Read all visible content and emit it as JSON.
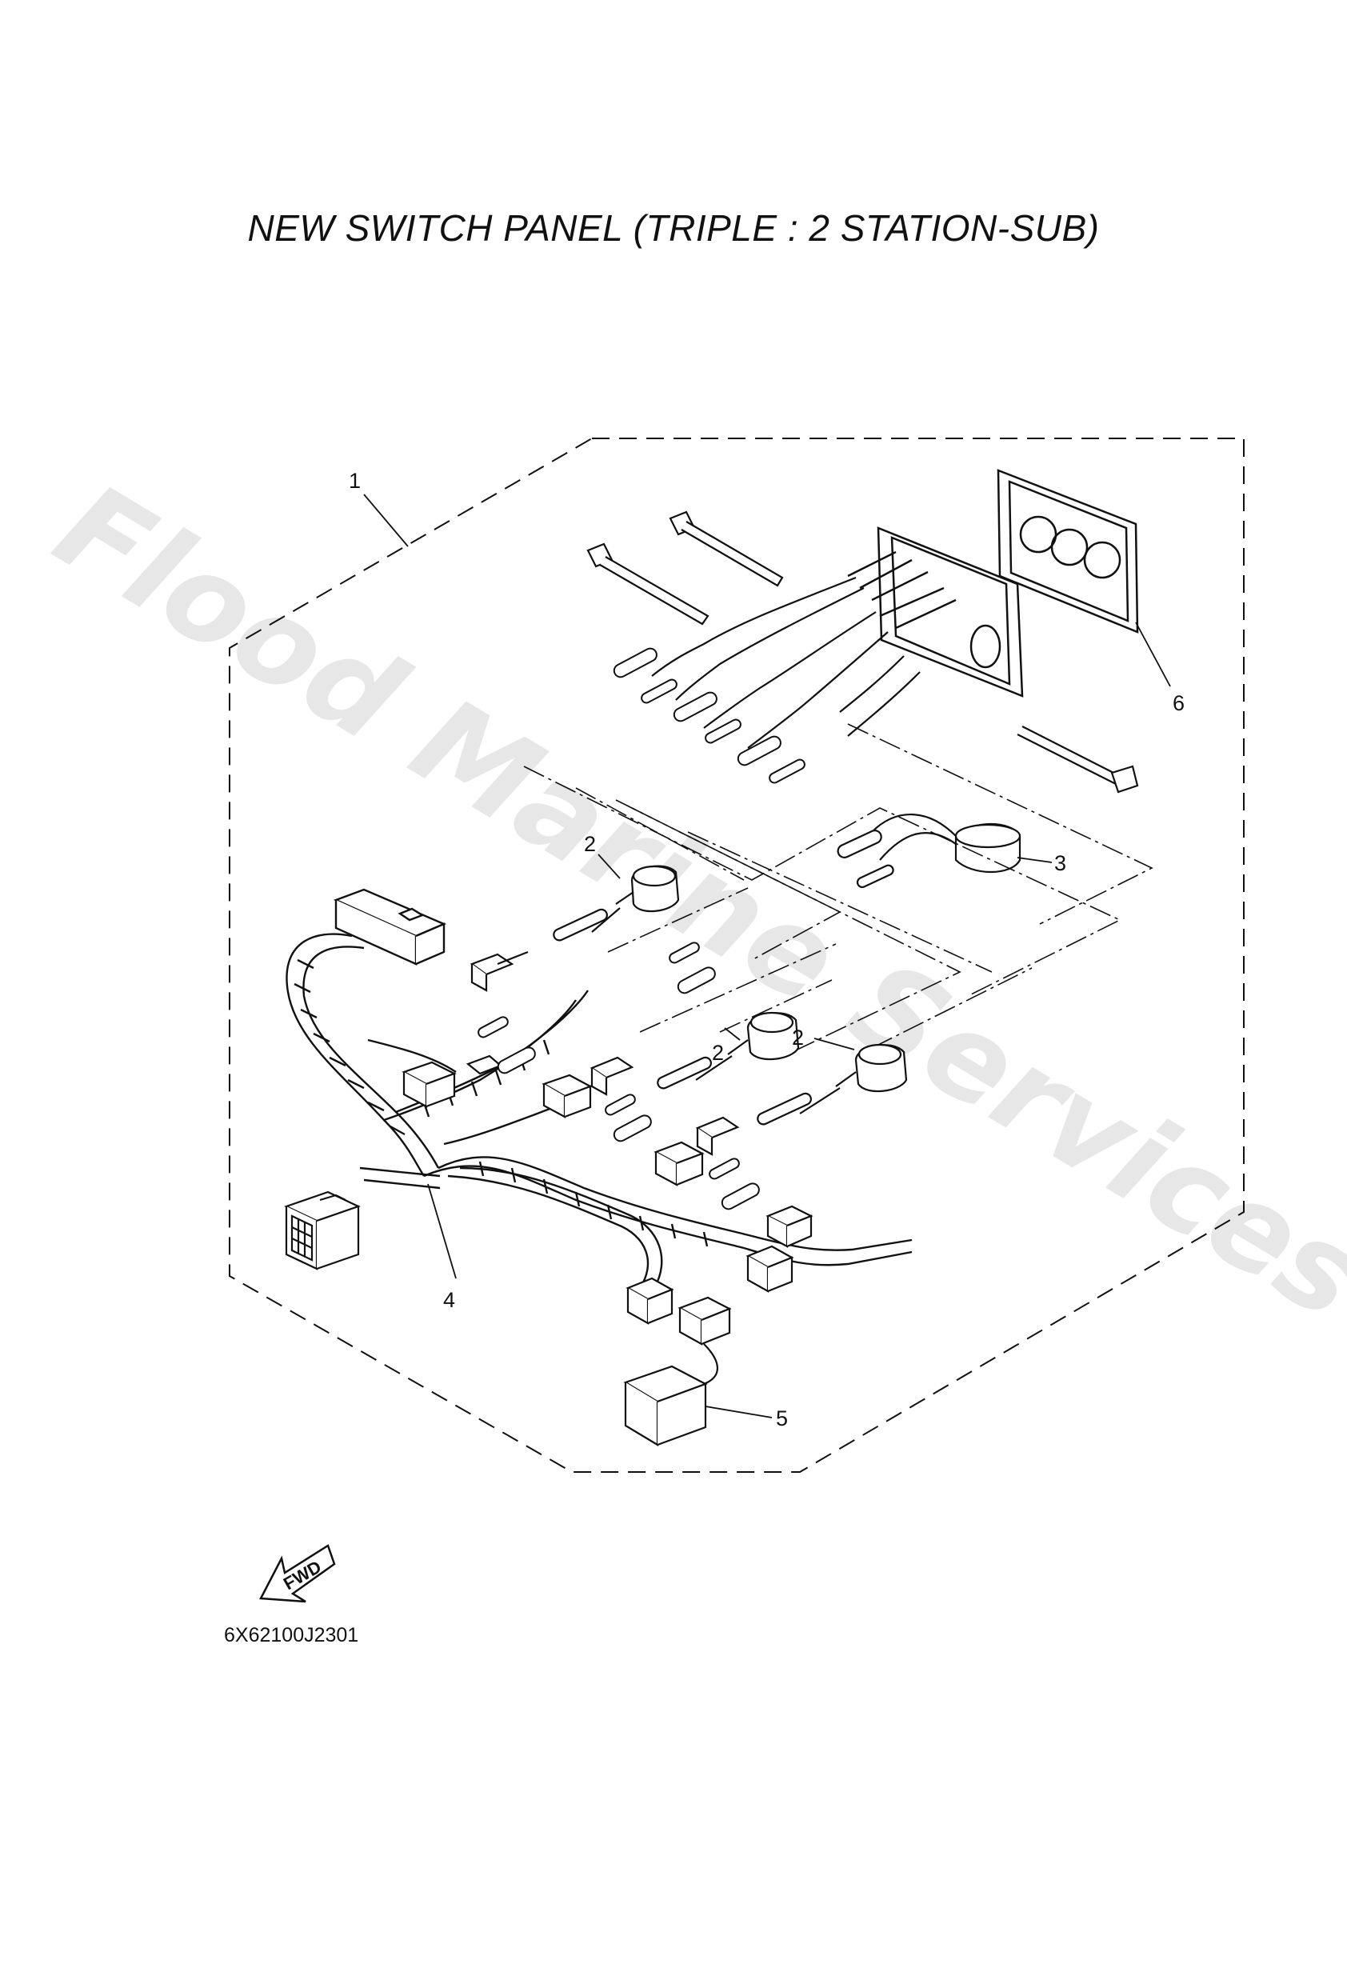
{
  "title": "NEW SWITCH PANEL (TRIPLE : 2 STATION-SUB)",
  "part_code": "6X62100J2301",
  "fwd_label": "FWD",
  "watermark": "Flood Marine Services",
  "callouts": [
    {
      "id": "c1",
      "label": "1"
    },
    {
      "id": "c2a",
      "label": "2"
    },
    {
      "id": "c2b",
      "label": "2"
    },
    {
      "id": "c2c",
      "label": "2"
    },
    {
      "id": "c3",
      "label": "3"
    },
    {
      "id": "c4",
      "label": "4"
    },
    {
      "id": "c5",
      "label": "5"
    },
    {
      "id": "c6",
      "label": "6"
    }
  ],
  "colors": {
    "line": "#111111",
    "watermark": "#000000",
    "background": "#ffffff"
  }
}
